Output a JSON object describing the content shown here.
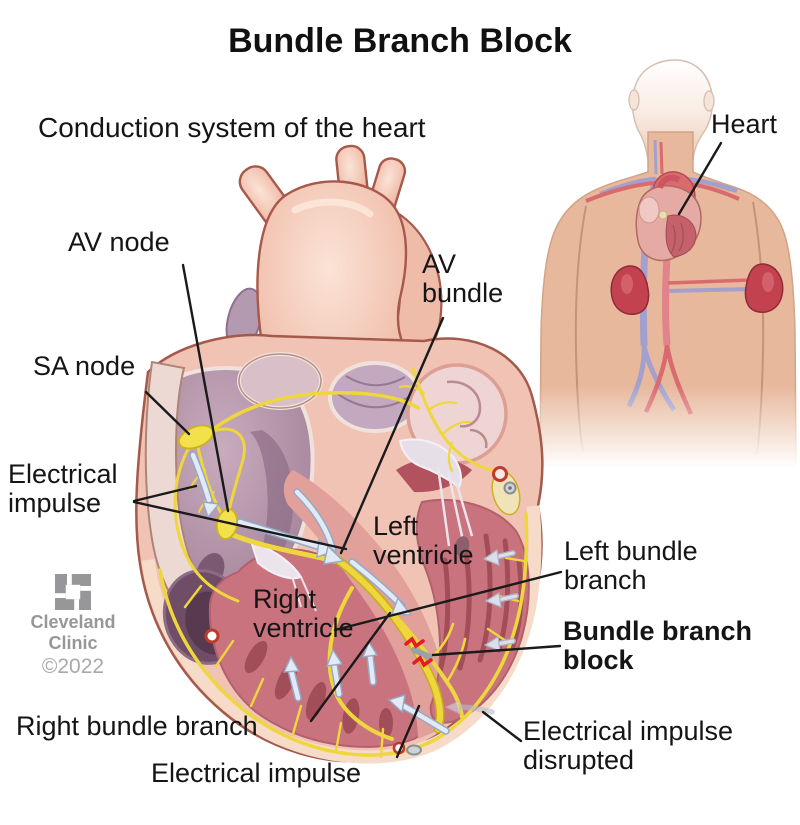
{
  "page": {
    "title": "Bundle Branch Block",
    "subtitle": "Conduction system of the heart"
  },
  "labels": {
    "heart": "Heart",
    "av_node": "AV node",
    "sa_node": "SA node",
    "av_bundle_line1": "AV",
    "av_bundle_line2": "bundle",
    "electrical_impulse_line1": "Electrical",
    "electrical_impulse_line2": "impulse",
    "left_ventricle_line1": "Left",
    "left_ventricle_line2": "ventricle",
    "right_ventricle_line1": "Right",
    "right_ventricle_line2": "ventricle",
    "left_bundle_branch_line1": "Left bundle",
    "left_bundle_branch_line2": "branch",
    "bundle_branch_block_line1": "Bundle branch",
    "bundle_branch_block_line2": "block",
    "right_bundle_branch": "Right bundle branch",
    "electrical_impulse_bottom": "Electrical impulse",
    "electrical_impulse_disrupted_line1": "Electrical impulse",
    "electrical_impulse_disrupted_line2": "disrupted"
  },
  "logo": {
    "name_line1": "Cleveland",
    "name_line2": "Clinic",
    "copyright": "©2022"
  },
  "colors": {
    "conduction_yellow": "#eed63d",
    "impulse_arrow_blue": "#e3eaf4",
    "block_red": "#e8192c",
    "heart_outer_pink": "#f0c3b5",
    "myocardium_red": "#c9737e",
    "atrium_mauve": "#bf9fb3",
    "skin": "#e7b89c",
    "artery_red": "#d96a6e",
    "vein_purple": "#a3a0cd",
    "label_black": "#151515",
    "logo_gray": "#97979a"
  }
}
